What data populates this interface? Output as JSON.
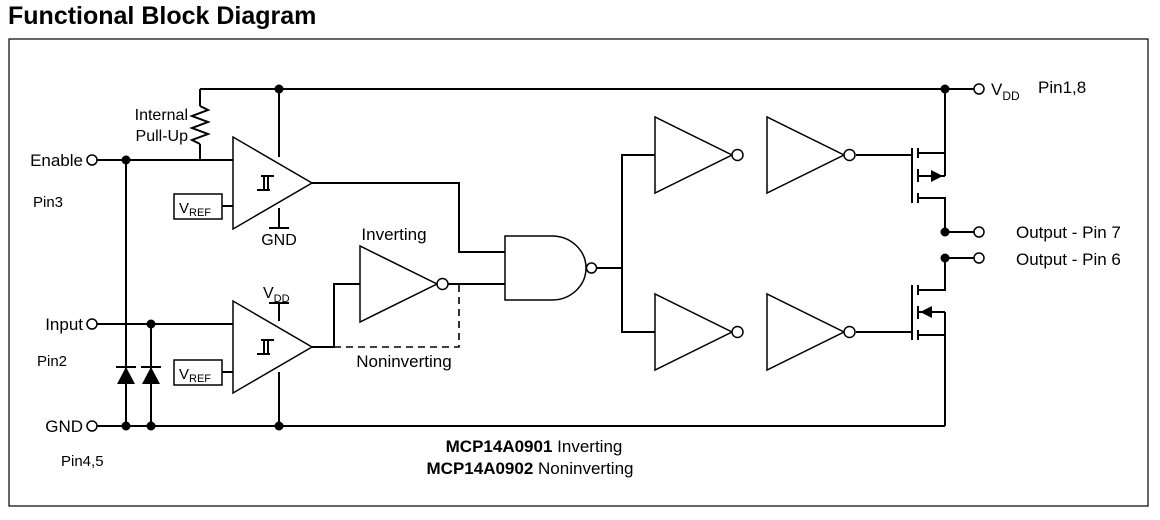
{
  "title": "Functional Block Diagram",
  "pins": {
    "vdd_label": "V",
    "vdd_sub": "DD",
    "vdd_pin": "Pin1,8",
    "enable": "Enable",
    "enable_pin": "Pin3",
    "input": "Input",
    "input_pin": "Pin2",
    "gnd": "GND",
    "gnd_pin": "Pin4,5",
    "output_a": "Output - Pin 7",
    "output_b": "Output - Pin 6"
  },
  "labels": {
    "pullup_line1": "Internal",
    "pullup_line2": "Pull-Up",
    "vref_main": "V",
    "vref_sub": "REF",
    "gnd_comp": "GND",
    "vdd_comp_main": "V",
    "vdd_comp_sub": "DD",
    "inverting": "Inverting",
    "noninverting": "Noninverting"
  },
  "parts": [
    {
      "part": "MCP14A0901",
      "type": "Inverting"
    },
    {
      "part": "MCP14A0902",
      "type": "Noninverting"
    }
  ]
}
